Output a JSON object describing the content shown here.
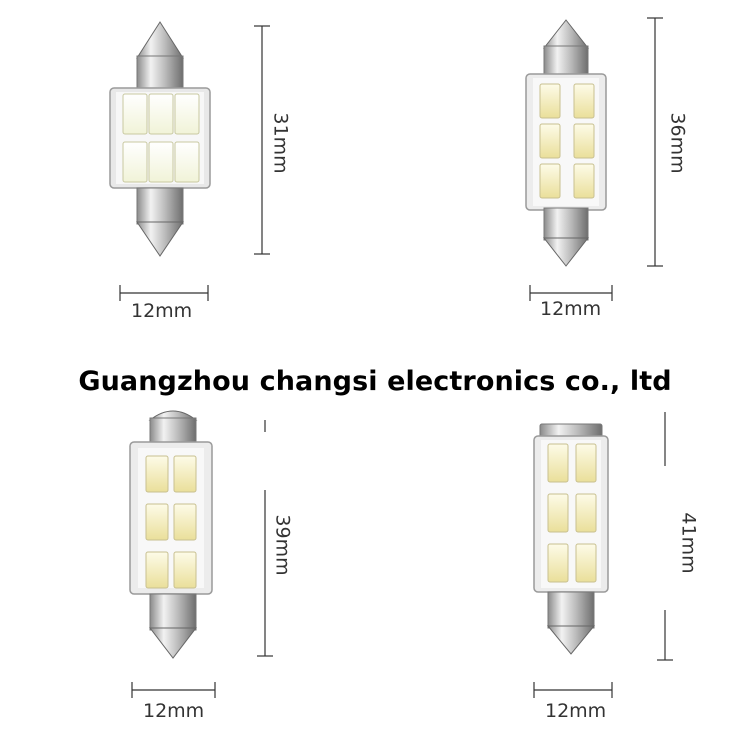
{
  "watermark": "Guangzhou changsi electronics co., ltd",
  "bulbs": [
    {
      "length": "31mm",
      "width": "12mm"
    },
    {
      "length": "36mm",
      "width": "12mm"
    },
    {
      "length": "39mm",
      "width": "12mm"
    },
    {
      "length": "41mm",
      "width": "12mm"
    }
  ],
  "colors": {
    "led_white": "#fbfdf0",
    "led_yellow": "#f4e9a0",
    "metal": "#c9c9c9",
    "pcb": "#f0f0f0"
  }
}
